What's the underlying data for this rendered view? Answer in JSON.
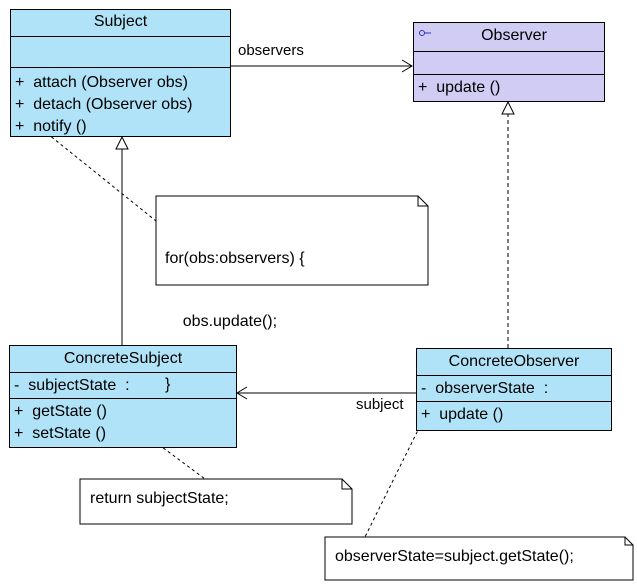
{
  "subject": {
    "name": "Subject",
    "ops": [
      "+  attach (Observer obs)",
      "+  detach (Observer obs)",
      "+  notify ()"
    ]
  },
  "observer": {
    "stereotype_icon": "interface-icon",
    "name": "Observer",
    "ops": [
      "+  update ()"
    ]
  },
  "concrete_subject": {
    "name": "ConcreteSubject",
    "attrs": [
      "-  subjectState  :"
    ],
    "ops": [
      "+  getState ()",
      "+  setState ()"
    ]
  },
  "concrete_observer": {
    "name": "ConcreteObserver",
    "attrs": [
      "-  observerState  :"
    ],
    "ops": [
      "+  update ()"
    ]
  },
  "notes": {
    "notify": [
      "for(obs:observers) {",
      "    obs.update();",
      "}"
    ],
    "getstate": "return subjectState;",
    "update": "observerState=subject.getState();"
  },
  "associations": {
    "observers": "observers",
    "subject": "subject"
  },
  "colors": {
    "class_fill": "#b0e3f8",
    "interface_fill": "#d0ccf4"
  }
}
